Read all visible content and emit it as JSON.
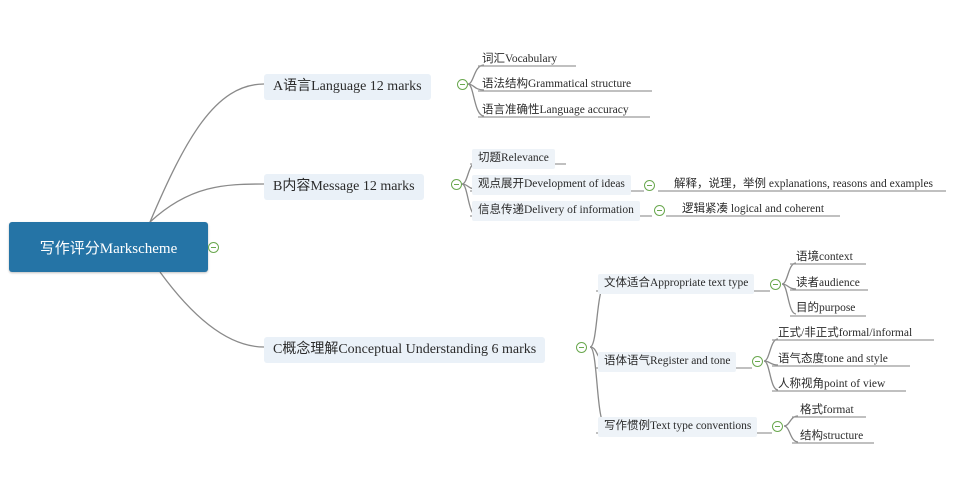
{
  "root": {
    "label": "写作评分Markscheme"
  },
  "branches": [
    {
      "label": "A语言Language 12 marks",
      "children": [
        {
          "label": "词汇Vocabulary"
        },
        {
          "label": "语法结构Grammatical structure"
        },
        {
          "label": "语言准确性Language accuracy"
        }
      ]
    },
    {
      "label": "B内容Message 12 marks",
      "children": [
        {
          "label": "切题Relevance"
        },
        {
          "label": "观点展开Development of ideas",
          "detail": "解释，说理，举例 explanations, reasons and examples"
        },
        {
          "label": "信息传递Delivery of information",
          "detail": "逻辑紧凑 logical and coherent"
        }
      ]
    },
    {
      "label": "C概念理解Conceptual Understanding 6 marks",
      "children": [
        {
          "label": "文体适合Appropriate text type",
          "children": [
            "语境context",
            "读者audience",
            "目的purpose"
          ]
        },
        {
          "label": "语体语气Register and tone",
          "children": [
            "正式/非正式formal/informal",
            "语气态度tone and style",
            "人称视角point of view"
          ]
        },
        {
          "label": "写作惯例Text type conventions",
          "children": [
            "格式format",
            "结构structure"
          ]
        }
      ]
    }
  ],
  "colors": {
    "root_fill": "#2574a6",
    "node_fill": "#eaf1f8",
    "toggle": "#6aa84f",
    "connector": "#8a8a8a"
  }
}
